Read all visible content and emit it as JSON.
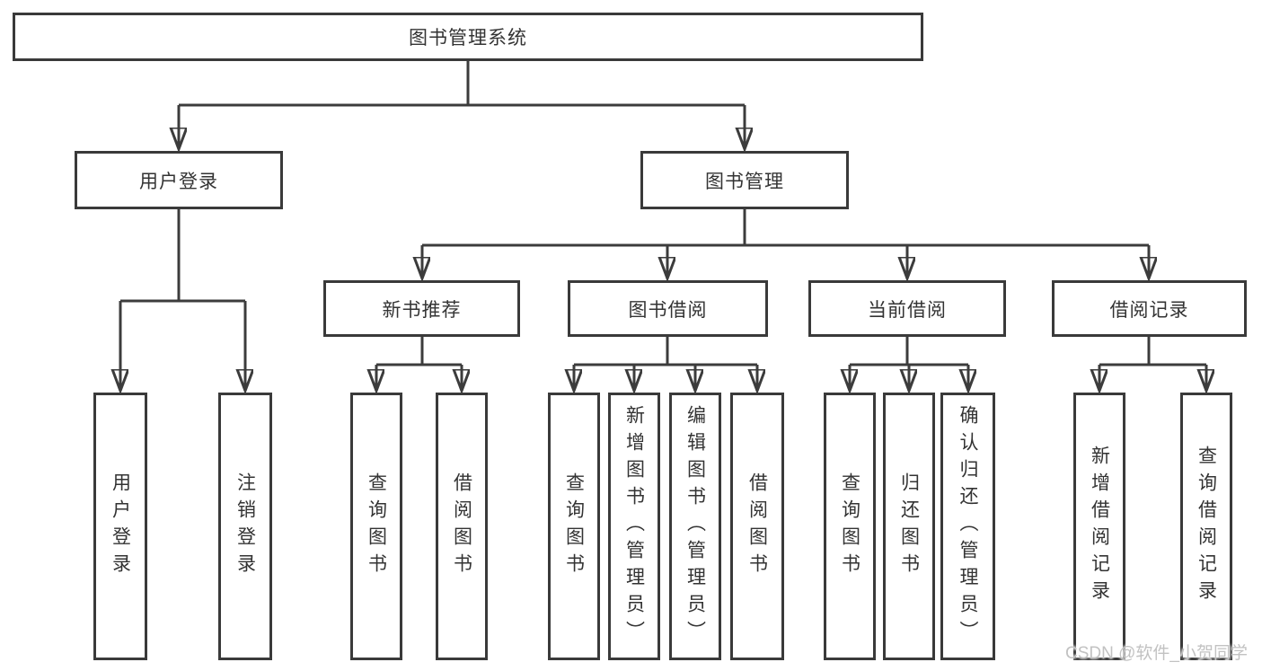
{
  "diagram": {
    "root": "图书管理系统",
    "userLogin": {
      "label": "用户登录",
      "children": [
        "用户登录",
        "注销登录"
      ]
    },
    "bookMgmt": {
      "label": "图书管理",
      "newBooks": {
        "label": "新书推荐",
        "children": [
          "查询图书",
          "借阅图书"
        ]
      },
      "borrowing": {
        "label": "图书借阅",
        "children": [
          "查询图书",
          "新增图书（管理员）",
          "编辑图书（管理员）",
          "借阅图书"
        ]
      },
      "current": {
        "label": "当前借阅",
        "children": [
          "查询图书",
          "归还图书",
          "确认归还（管理员）"
        ]
      },
      "records": {
        "label": "借阅记录",
        "children": [
          "新增借阅记录",
          "查询借阅记录"
        ]
      }
    }
  },
  "watermark": "CSDN @软件_小贺同学",
  "colors": {
    "line": "#3c3c3c",
    "border": "#3a3a3a",
    "text": "#333333",
    "watermark": "#c2c2c2",
    "background": "#ffffff"
  }
}
